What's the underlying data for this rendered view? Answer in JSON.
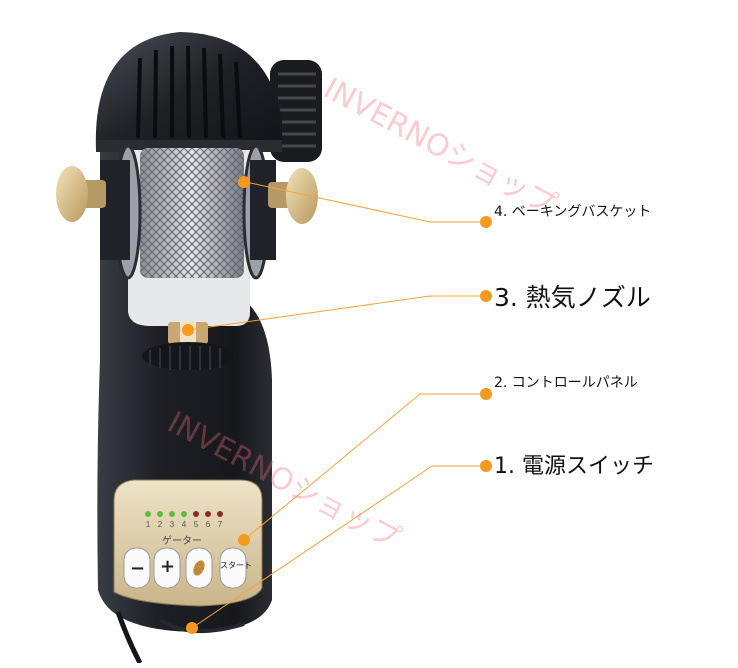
{
  "labels": {
    "basket": "4. ベーキングバスケット",
    "nozzle": "3. 熱気ノズル",
    "panel": "2. コントロールパネル",
    "switch": "1. 電源スイッチ"
  },
  "watermark": "INVERNOショップ",
  "control_panel": {
    "led_numbers": [
      "1",
      "2",
      "3",
      "4",
      "5",
      "6",
      "7"
    ],
    "heat_label": "ゲーター",
    "minus": "−",
    "plus": "+",
    "start": "スタート"
  },
  "colors": {
    "accent_dot": "#f59a1f",
    "leader_line": "#f5a23a",
    "body": "#1b1d22",
    "panel": "#d9c79f"
  }
}
